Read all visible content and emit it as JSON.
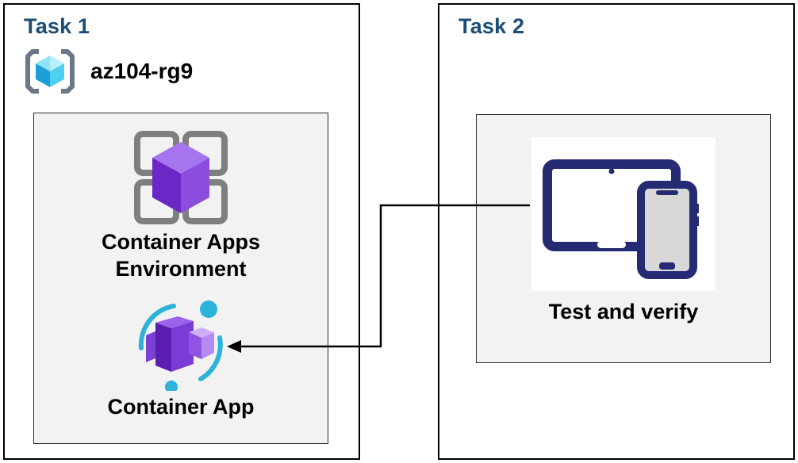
{
  "task1": {
    "title": "Task 1",
    "resource_group": {
      "label": "az104-rg9",
      "icon": "azure-resource-group"
    },
    "environment": {
      "label": "Container Apps Environment",
      "icon": "container-apps-environment"
    },
    "app": {
      "label": "Container App",
      "icon": "container-app"
    }
  },
  "task2": {
    "title": "Task 2",
    "test": {
      "label": "Test and verify",
      "icon": "tablet-and-phone"
    }
  },
  "colors": {
    "task_title": "#1b4d74",
    "label_text": "#000000",
    "inner_box_bg": "#f2f2f2",
    "box_border": "#000000",
    "connector": "#000000",
    "purple_dark": "#5a1eb0",
    "purple_mid": "#7b3cd6",
    "purple_light": "#a674ee",
    "cyan_accent": "#2bb3da",
    "device_navy": "#252b73",
    "rg_cyan": "#4fd0ee",
    "frame_gray": "#7f7f7f"
  }
}
